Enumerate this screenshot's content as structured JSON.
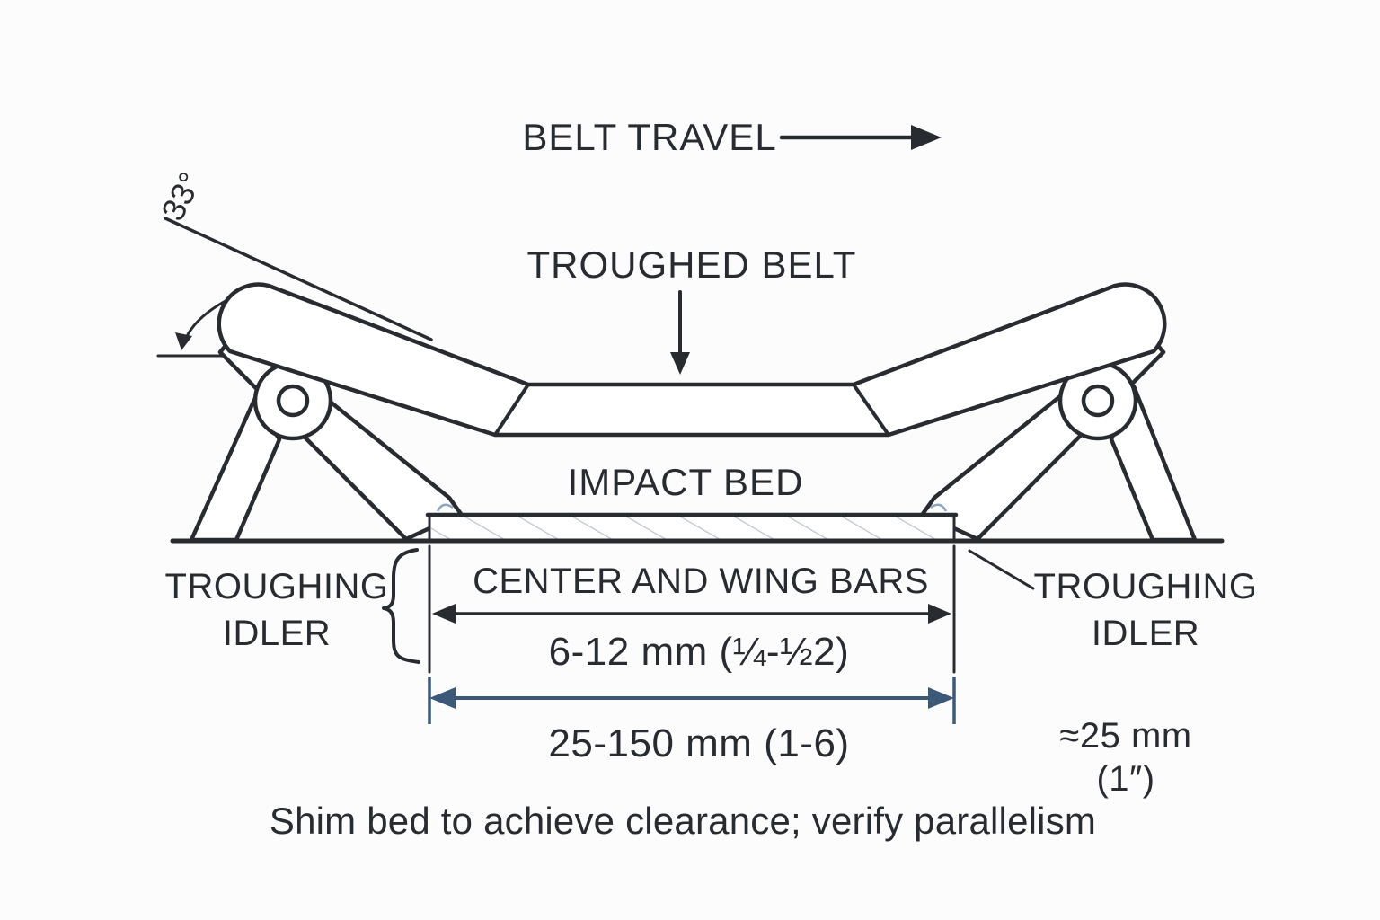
{
  "colors": {
    "ink": "#282b30",
    "dimension_blue": "#3c5a78",
    "hatch": "#bcc5cd",
    "corner_mark_blue": "#8ba6c0",
    "background": "#fcfcfc"
  },
  "labels": {
    "belt_travel": "BELT TRAVEL",
    "troughed_belt": "TROUGHED BELT",
    "trough_angle": "33°",
    "impact_bed": "IMPACT BED",
    "troughing_idler_left_line1": "TROUGHING",
    "troughing_idler_left_line2": "IDLER",
    "troughing_idler_right_line1": "TROUGHING",
    "troughing_idler_right_line2": "IDLER",
    "center_and_wing_bars": "CENTER AND WING BARS",
    "bar_gap_dimension": "6-12 mm (¼-½2)",
    "bed_width_dimension": "25-150 mm (1-6)",
    "clearance_dimension_line1": "≈25 mm",
    "clearance_dimension_line2": "(1″)",
    "caption": "Shim bed to achieve clearance; verify parallelism"
  }
}
